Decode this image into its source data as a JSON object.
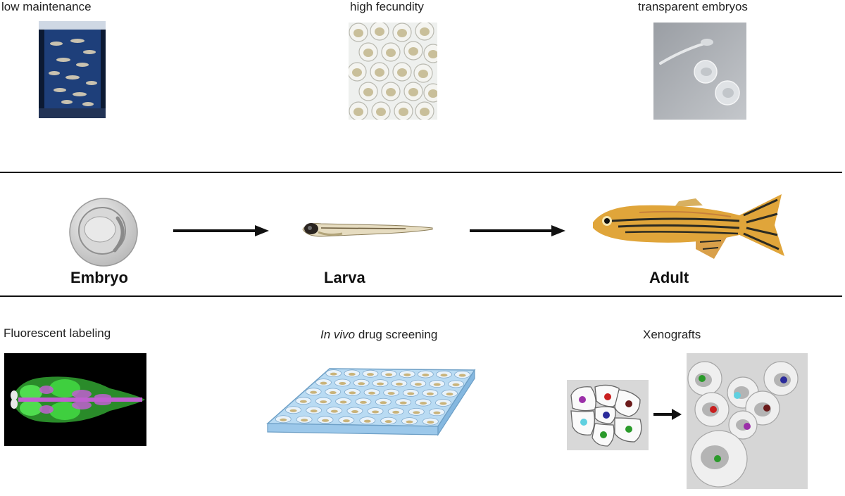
{
  "top_row": {
    "low_maintenance": "low maintenance",
    "high_fecundity": "high fecundity",
    "transparent_embryos": "transparent embryos"
  },
  "life_cycle": {
    "embryo": "Embryo",
    "larva": "Larva",
    "adult": "Adult"
  },
  "applications": {
    "fluorescent_labeling": "Fluorescent  labeling",
    "drug_screening_italic": "In vivo",
    "drug_screening_rest": " drug screening",
    "xenografts": "Xenografts"
  },
  "colors": {
    "rule": "#111111",
    "tank_blue": "#1e3f7a",
    "adult_fish_yellow": "#e0a53a",
    "plate_blue": "#9cc8ea",
    "fluorescent_green": "#3fcf3f",
    "fluorescent_magenta": "#c060d0",
    "xenograft_dots": [
      "#9b2fa8",
      "#c81e1e",
      "#6b1a1a",
      "#2a2a9a",
      "#5fd0e0",
      "#2a9a2a"
    ]
  }
}
